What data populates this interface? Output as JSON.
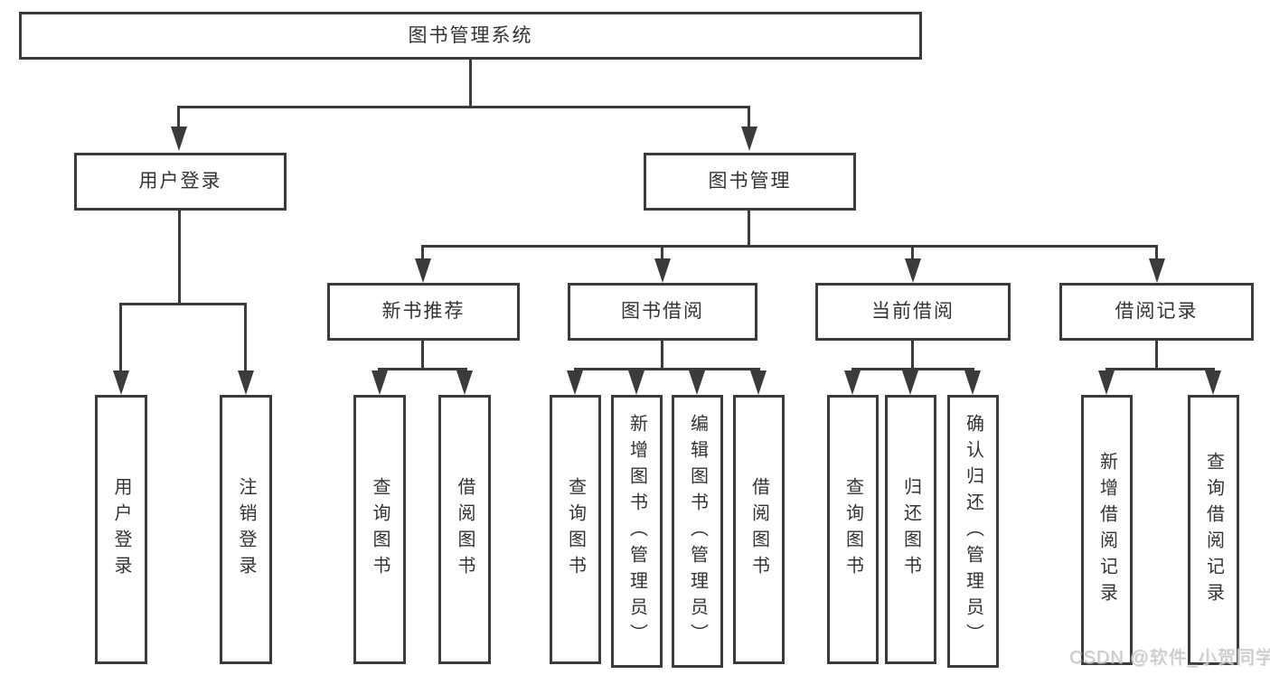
{
  "diagram_title": "图书管理系统",
  "tree": {
    "root": {
      "label": "图书管理系统",
      "children": [
        {
          "label": "用户登录",
          "children": [
            {
              "label": "用户登录"
            },
            {
              "label": "注销登录"
            }
          ]
        },
        {
          "label": "图书管理",
          "children": [
            {
              "label": "新书推荐",
              "children": [
                {
                  "label": "查询图书"
                },
                {
                  "label": "借阅图书"
                }
              ]
            },
            {
              "label": "图书借阅",
              "children": [
                {
                  "label": "查询图书"
                },
                {
                  "label": "新增图书（管理员）"
                },
                {
                  "label": "编辑图书（管理员）"
                },
                {
                  "label": "借阅图书"
                }
              ]
            },
            {
              "label": "当前借阅",
              "children": [
                {
                  "label": "查询图书"
                },
                {
                  "label": "归还图书"
                },
                {
                  "label": "确认归还（管理员）"
                }
              ]
            },
            {
              "label": "借阅记录",
              "children": [
                {
                  "label": "新增借阅记录"
                },
                {
                  "label": "查询借阅记录"
                }
              ]
            }
          ]
        }
      ]
    }
  },
  "watermark": {
    "text": "CSDN @软件_小贺同学"
  },
  "colors": {
    "line": "#3b3b3b",
    "text": "#333333",
    "box-bg": "#ffffff",
    "watermark": "#c9c9c9",
    "background": "#ffffff"
  }
}
